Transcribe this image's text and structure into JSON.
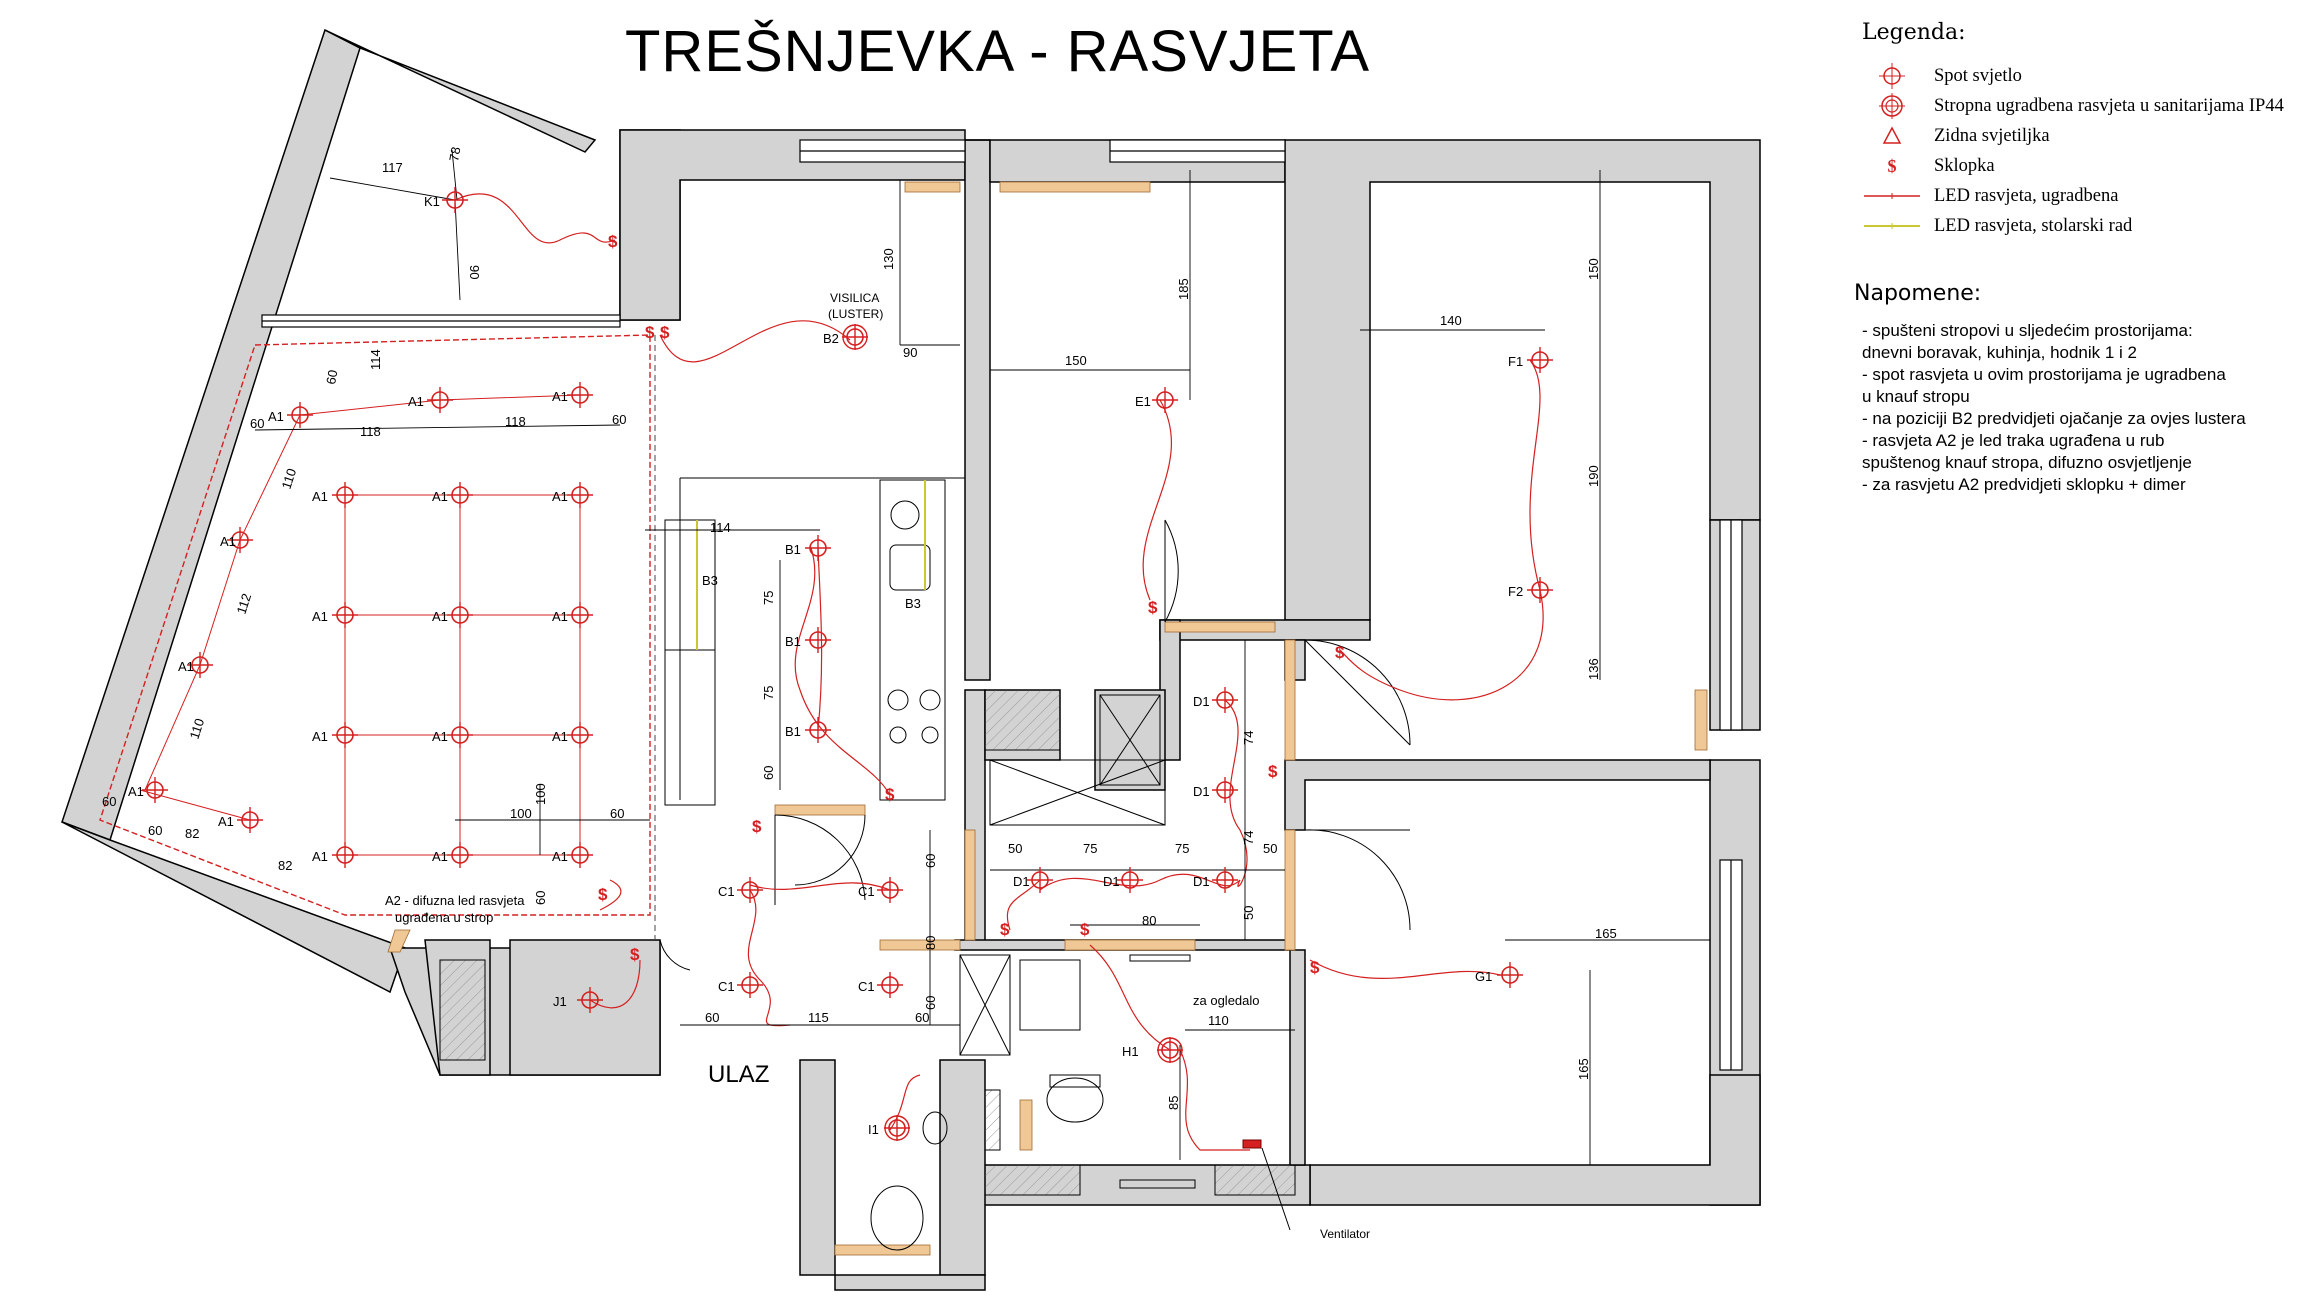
{
  "title": "TREŠNJEVKA - RASVJETA",
  "legend": {
    "title": "Legenda:",
    "items": [
      {
        "icon": "spot-light-icon",
        "label": "Spot svjetlo"
      },
      {
        "icon": "recessed-ceiling-light-icon",
        "label": "Stropna ugradbena rasvjeta u sanitarijama IP44"
      },
      {
        "icon": "wall-lamp-icon",
        "label": "Zidna svjetiljka"
      },
      {
        "icon": "switch-icon",
        "label": "Sklopka"
      },
      {
        "icon": "led-recessed-line-icon",
        "label": "LED rasvjeta, ugradbena"
      },
      {
        "icon": "led-joinery-line-icon",
        "label": "LED rasvjeta, stolarski rad"
      }
    ]
  },
  "notes": {
    "title": "Napomene:",
    "lines": [
      "- spušteni stropovi u sljedećim prostorijama:",
      "dnevni boravak, kuhinja, hodnik 1 i 2",
      "- spot rasvjeta u ovim prostorijama je ugradbena",
      "u knauf stropu",
      "- na poziciji B2 predvidjeti ojačanje za ovjes lustera",
      "- rasvjeta A2 je led traka ugrađena u rub",
      "spuštenog knauf stropa, difuzno osvjetljenje",
      "- za rasvjetu A2 predvidjeti sklopku + dimer"
    ]
  },
  "plan_labels": {
    "entrance": "ULAZ",
    "chandelier_1": "VISILICA",
    "chandelier_2": "(LUSTER)",
    "a2_note_1": "A2 - difuzna led rasvjeta",
    "a2_note_2": "ugrađena u strop",
    "mirror": "za ogledalo",
    "fan": "Ventilator",
    "cabinet_left": "B3",
    "cabinet_right": "B3"
  },
  "light_labels": {
    "a1": "A1",
    "b1": "B1",
    "b2": "B2",
    "c1": "C1",
    "d1": "D1",
    "e1": "E1",
    "f1": "F1",
    "f2": "F2",
    "g1": "G1",
    "h1": "H1",
    "i1": "I1",
    "j1": "J1",
    "k1": "K1"
  },
  "dimensions": {
    "terrace": [
      "117",
      "78",
      "90"
    ],
    "living": [
      "60",
      "118",
      "118",
      "60",
      "110",
      "112",
      "110",
      "60",
      "60",
      "82",
      "82",
      "100",
      "60",
      "100",
      "60",
      "60",
      "114"
    ],
    "kitchen": [
      "75",
      "75",
      "60",
      "130",
      "90"
    ],
    "room_center": [
      "185",
      "150"
    ],
    "room_right": [
      "140",
      "150",
      "190",
      "136"
    ],
    "hall": [
      "74",
      "74",
      "50",
      "75",
      "75",
      "50",
      "50",
      "80"
    ],
    "entry": [
      "60",
      "80",
      "60",
      "60",
      "115",
      "60"
    ],
    "bath": [
      "110",
      "85"
    ],
    "room_bottom": [
      "165",
      "165"
    ]
  },
  "colors": {
    "wall": "#d3d3d3",
    "wall_outline": "#000000",
    "electric": "#d42020",
    "joinery_led": "#c8c832",
    "door_frame": "#f0c896"
  }
}
